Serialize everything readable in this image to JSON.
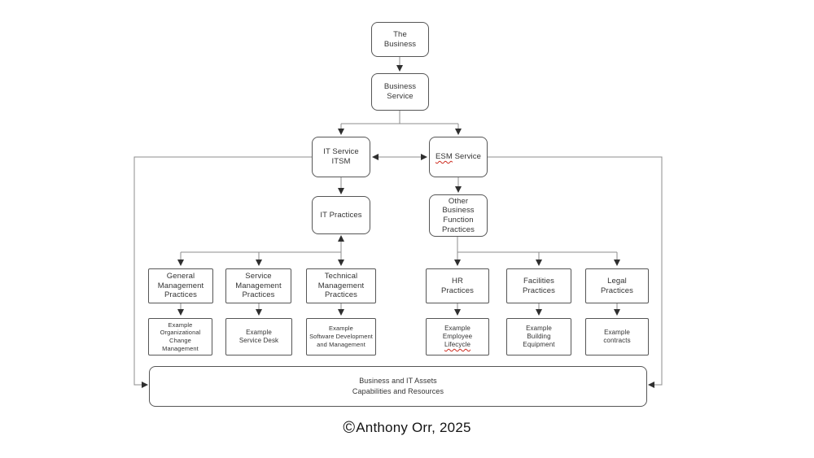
{
  "nodes": {
    "the_business": "The\nBusiness",
    "business_service": "Business\nService",
    "it_service": "IT Service\nITSM",
    "esm_service_word": "ESM",
    "esm_service_rest": " Service",
    "it_practices": "IT Practices",
    "other_business_function_practices": "Other\nBusiness\nFunction\nPractices",
    "general_management": "General\nManagement\nPractices",
    "service_management": "Service\nManagement\nPractices",
    "technical_management": "Technical\nManagement\nPractices",
    "hr_practices": "HR\nPractices",
    "facilities_practices": "Facilities\nPractices",
    "legal_practices": "Legal\nPractices",
    "example_org_change": "Example\nOrganizational\nChange\nManagement",
    "example_service_desk": "Example\nService Desk",
    "example_software": "Example\nSoftware Development\nand Management",
    "example_employee_prefix": "Example\nEmployee",
    "example_employee_word": "Lifecycle",
    "example_building": "Example\nBuilding\nEquipment",
    "example_contracts": "Example\ncontracts",
    "assets": "Business and IT Assets\nCapabilities and Resources"
  },
  "footer": {
    "copyright_symbol": "©",
    "copyright_text": "Anthony Orr, 2025"
  },
  "colors": {
    "box_border": "#565656",
    "connector_line": "#8c8c8c",
    "arrowhead": "#2f2f2f",
    "misspelling_underline": "#cc2a1e",
    "text": "#333333",
    "background": "#ffffff"
  }
}
